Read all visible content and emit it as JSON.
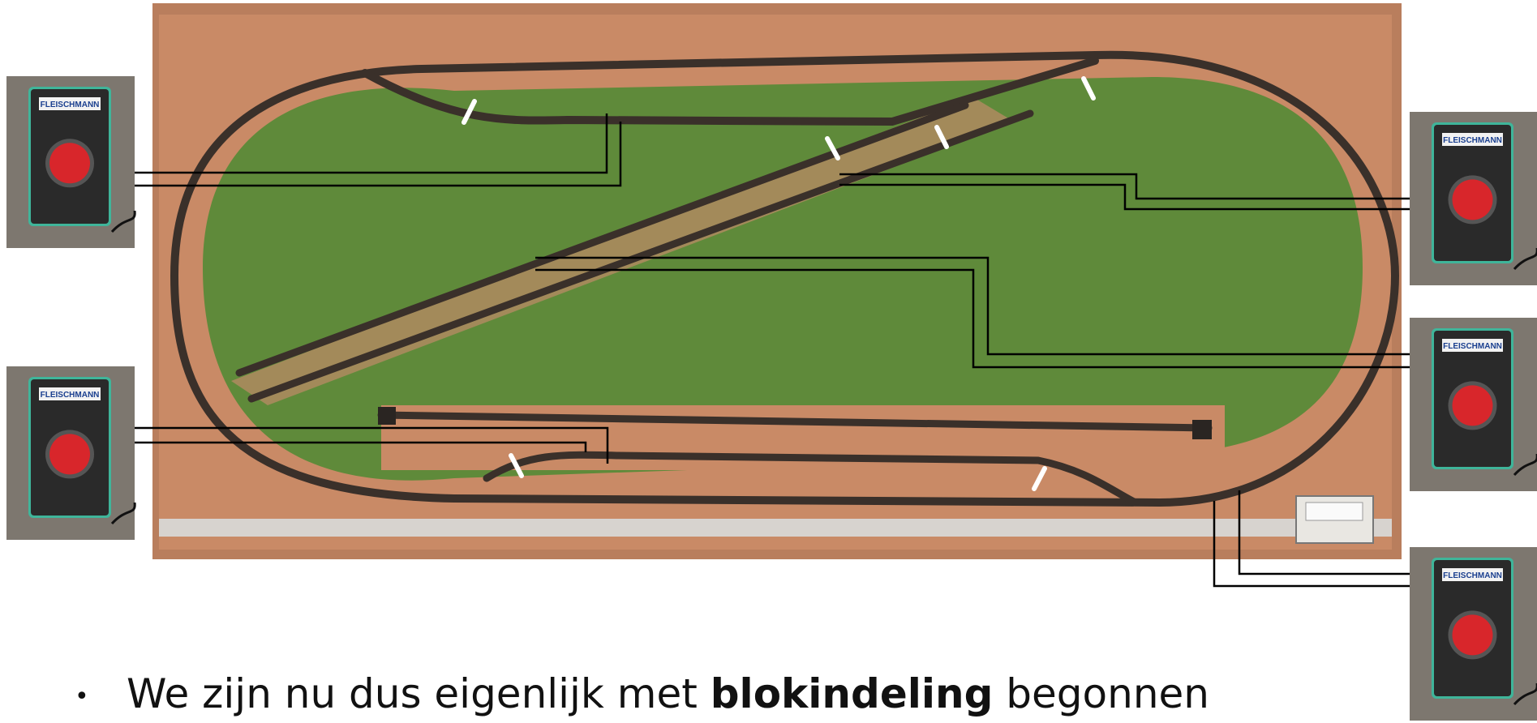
{
  "controllers": [
    {
      "id": "controller-left-top",
      "brand": "FLEISCHMANN"
    },
    {
      "id": "controller-left-bottom",
      "brand": "FLEISCHMANN"
    },
    {
      "id": "controller-right-top",
      "brand": "FLEISCHMANN"
    },
    {
      "id": "controller-right-middle",
      "brand": "FLEISCHMANN"
    },
    {
      "id": "controller-right-bottom",
      "brand": "FLEISCHMANN"
    }
  ],
  "bullet": {
    "symbol": "•",
    "text_before": "We zijn nu dus eigenlijk met ",
    "text_bold": "blokindeling",
    "text_after": " begonnen"
  },
  "colors": {
    "board": "#c98a66",
    "grass": "#5f8a3a",
    "track": "#3a302a",
    "wire": "#000000",
    "isolator": "#ffffff",
    "controller_body": "#2a2a2a",
    "controller_trim": "#3fb59a",
    "controller_knob": "#d8262b",
    "carpet": "#7d776f"
  }
}
